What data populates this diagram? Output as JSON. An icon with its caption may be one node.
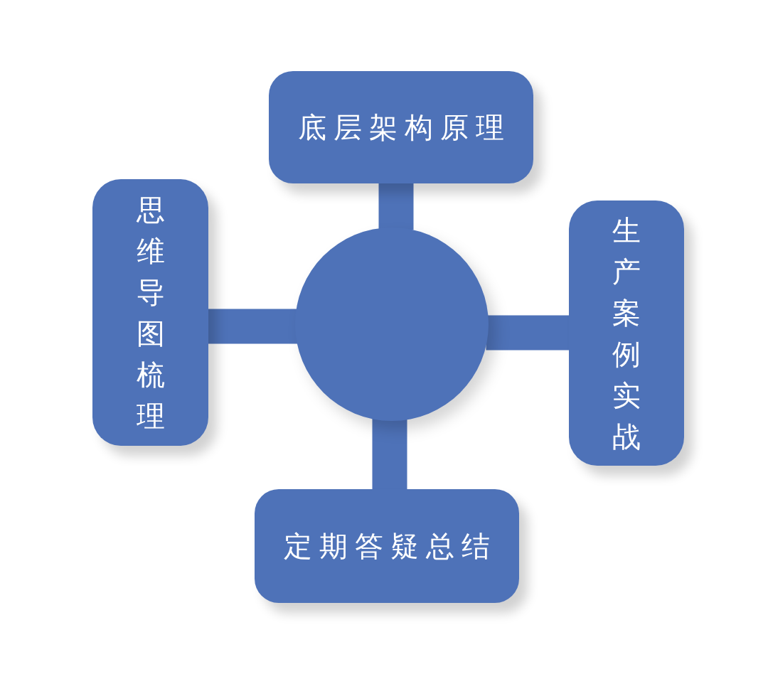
{
  "diagram": {
    "nodes": [
      {
        "text": [
          "底层架构原理"
        ]
      },
      {
        "text": [
          "思维导图梳理"
        ]
      },
      {
        "text": [],
        "shape": "circle"
      },
      {
        "text": [
          "生产案例实战"
        ]
      },
      {
        "text": [
          "定期答疑总结"
        ]
      }
    ],
    "edges": [
      {
        "from": 2,
        "to": 0,
        "arrow": "none"
      },
      {
        "from": 2,
        "to": 1,
        "arrow": "none"
      },
      {
        "from": 2,
        "to": 3,
        "arrow": "none"
      },
      {
        "from": 2,
        "to": 4,
        "arrow": "none"
      }
    ]
  }
}
